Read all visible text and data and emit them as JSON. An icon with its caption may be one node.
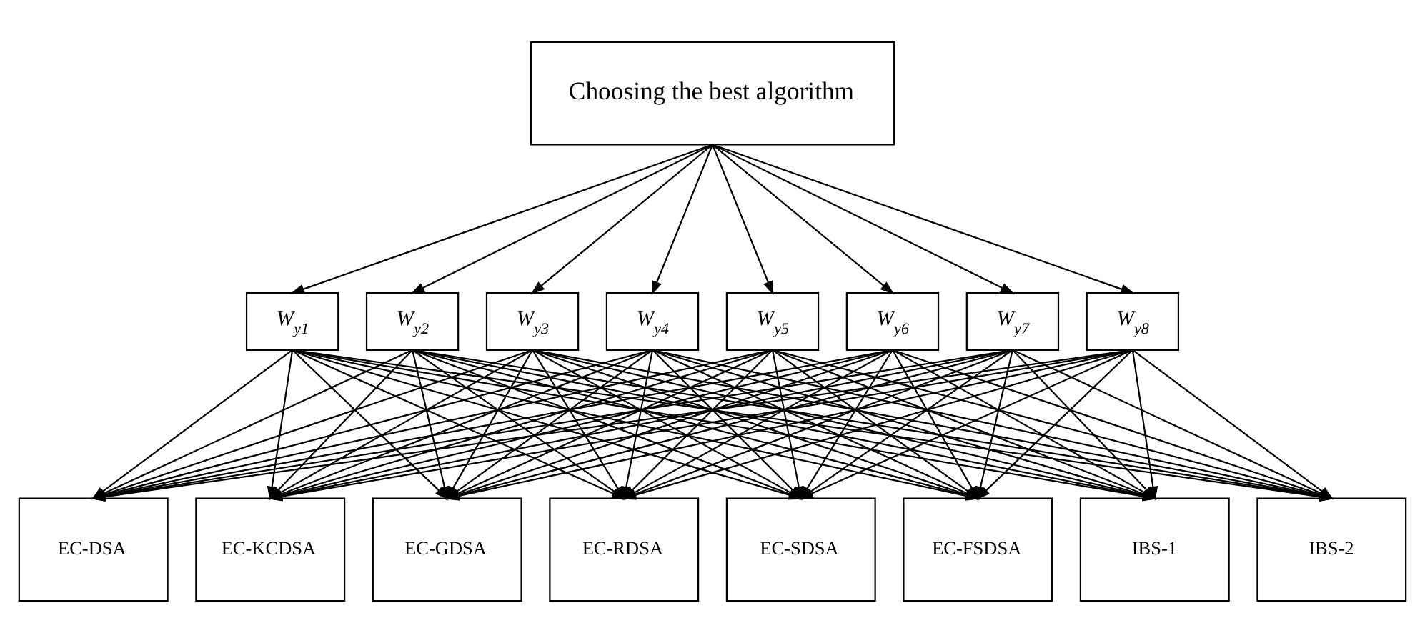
{
  "diagram": {
    "nodes": [
      {
        "text": [
          "Choosing the best algorithm"
        ]
      },
      {
        "text": [
          "W$_{y1}$"
        ]
      },
      {
        "text": [
          "W$_{y2}$"
        ]
      },
      {
        "text": [
          "W$_{y3}$"
        ]
      },
      {
        "text": [
          "W$_{y4}$"
        ]
      },
      {
        "text": [
          "W$_{y5}$"
        ]
      },
      {
        "text": [
          "W$_{y6}$"
        ]
      },
      {
        "text": [
          "W$_{y7}$"
        ]
      },
      {
        "text": [
          "W$_{y8}$"
        ]
      },
      {
        "text": [
          "EC-DSA"
        ]
      },
      {
        "text": [
          "EC-KCDSA"
        ]
      },
      {
        "text": [
          "EC-GDSA"
        ]
      },
      {
        "text": [
          "EC-RDSA"
        ]
      },
      {
        "text": [
          "EC-SDSA"
        ]
      },
      {
        "text": [
          "EC-FSDSA"
        ]
      },
      {
        "text": [
          "IBS-1"
        ]
      },
      {
        "text": [
          "IBS-2"
        ]
      }
    ],
    "edges": [
      {
        "from": 0,
        "to": 1,
        "arrow": "to"
      },
      {
        "from": 0,
        "to": 2,
        "arrow": "to"
      },
      {
        "from": 0,
        "to": 3,
        "arrow": "to"
      },
      {
        "from": 0,
        "to": 4,
        "arrow": "to"
      },
      {
        "from": 0,
        "to": 5,
        "arrow": "to"
      },
      {
        "from": 0,
        "to": 6,
        "arrow": "to"
      },
      {
        "from": 0,
        "to": 7,
        "arrow": "to"
      },
      {
        "from": 0,
        "to": 8,
        "arrow": "to"
      },
      {
        "from": 1,
        "to": 9,
        "arrow": "to"
      },
      {
        "from": 1,
        "to": 10,
        "arrow": "to"
      },
      {
        "from": 1,
        "to": 11,
        "arrow": "to"
      },
      {
        "from": 1,
        "to": 12,
        "arrow": "to"
      },
      {
        "from": 1,
        "to": 13,
        "arrow": "to"
      },
      {
        "from": 1,
        "to": 14,
        "arrow": "to"
      },
      {
        "from": 1,
        "to": 15,
        "arrow": "to"
      },
      {
        "from": 1,
        "to": 16,
        "arrow": "to"
      },
      {
        "from": 2,
        "to": 9,
        "arrow": "to"
      },
      {
        "from": 2,
        "to": 10,
        "arrow": "to"
      },
      {
        "from": 2,
        "to": 11,
        "arrow": "to"
      },
      {
        "from": 2,
        "to": 12,
        "arrow": "to"
      },
      {
        "from": 2,
        "to": 13,
        "arrow": "to"
      },
      {
        "from": 2,
        "to": 14,
        "arrow": "to"
      },
      {
        "from": 2,
        "to": 15,
        "arrow": "to"
      },
      {
        "from": 2,
        "to": 16,
        "arrow": "to"
      },
      {
        "from": 3,
        "to": 9,
        "arrow": "to"
      },
      {
        "from": 3,
        "to": 10,
        "arrow": "to"
      },
      {
        "from": 3,
        "to": 11,
        "arrow": "to"
      },
      {
        "from": 3,
        "to": 12,
        "arrow": "to"
      },
      {
        "from": 3,
        "to": 13,
        "arrow": "to"
      },
      {
        "from": 3,
        "to": 14,
        "arrow": "to"
      },
      {
        "from": 3,
        "to": 15,
        "arrow": "to"
      },
      {
        "from": 3,
        "to": 16,
        "arrow": "to"
      },
      {
        "from": 4,
        "to": 9,
        "arrow": "to"
      },
      {
        "from": 4,
        "to": 10,
        "arrow": "to"
      },
      {
        "from": 4,
        "to": 11,
        "arrow": "to"
      },
      {
        "from": 4,
        "to": 12,
        "arrow": "to"
      },
      {
        "from": 4,
        "to": 13,
        "arrow": "to"
      },
      {
        "from": 4,
        "to": 14,
        "arrow": "to"
      },
      {
        "from": 4,
        "to": 15,
        "arrow": "to"
      },
      {
        "from": 4,
        "to": 16,
        "arrow": "to"
      },
      {
        "from": 5,
        "to": 9,
        "arrow": "to"
      },
      {
        "from": 5,
        "to": 10,
        "arrow": "to"
      },
      {
        "from": 5,
        "to": 11,
        "arrow": "to"
      },
      {
        "from": 5,
        "to": 12,
        "arrow": "to"
      },
      {
        "from": 5,
        "to": 13,
        "arrow": "to"
      },
      {
        "from": 5,
        "to": 14,
        "arrow": "to"
      },
      {
        "from": 5,
        "to": 15,
        "arrow": "to"
      },
      {
        "from": 5,
        "to": 16,
        "arrow": "to"
      },
      {
        "from": 6,
        "to": 9,
        "arrow": "to"
      },
      {
        "from": 6,
        "to": 10,
        "arrow": "to"
      },
      {
        "from": 6,
        "to": 11,
        "arrow": "to"
      },
      {
        "from": 6,
        "to": 12,
        "arrow": "to"
      },
      {
        "from": 6,
        "to": 13,
        "arrow": "to"
      },
      {
        "from": 6,
        "to": 14,
        "arrow": "to"
      },
      {
        "from": 6,
        "to": 15,
        "arrow": "to"
      },
      {
        "from": 6,
        "to": 16,
        "arrow": "to"
      },
      {
        "from": 7,
        "to": 9,
        "arrow": "to"
      },
      {
        "from": 7,
        "to": 10,
        "arrow": "to"
      },
      {
        "from": 7,
        "to": 11,
        "arrow": "to"
      },
      {
        "from": 7,
        "to": 12,
        "arrow": "to"
      },
      {
        "from": 7,
        "to": 13,
        "arrow": "to"
      },
      {
        "from": 7,
        "to": 14,
        "arrow": "to"
      },
      {
        "from": 7,
        "to": 15,
        "arrow": "to"
      },
      {
        "from": 7,
        "to": 16,
        "arrow": "to"
      },
      {
        "from": 8,
        "to": 9,
        "arrow": "to"
      },
      {
        "from": 8,
        "to": 10,
        "arrow": "to"
      },
      {
        "from": 8,
        "to": 11,
        "arrow": "to"
      },
      {
        "from": 8,
        "to": 12,
        "arrow": "to"
      },
      {
        "from": 8,
        "to": 13,
        "arrow": "to"
      },
      {
        "from": 8,
        "to": 14,
        "arrow": "to"
      },
      {
        "from": 8,
        "to": 15,
        "arrow": "to"
      },
      {
        "from": 8,
        "to": 16,
        "arrow": "to"
      }
    ]
  }
}
